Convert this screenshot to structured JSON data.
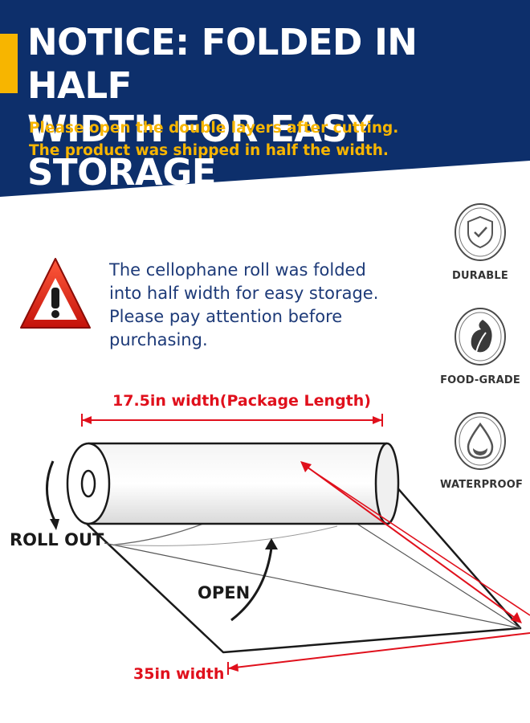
{
  "banner": {
    "title_line1": "NOTICE: FOLDED IN HALF",
    "title_line2": "WIDTH FOR EASY STORAGE",
    "subtitle_line1": "Please open the double layers after cutting.",
    "subtitle_line2": "The product was shipped in half the width.",
    "background_color": "#0d2f6b",
    "accent_color": "#f7b500"
  },
  "warning": {
    "icon": "warning-triangle-icon",
    "line1": "The cellophane roll was folded",
    "line2": "into half width for easy storage.",
    "line3": "Please pay attention before purchasing.",
    "text_color": "#1d3a78"
  },
  "features": [
    {
      "icon": "shield-check-icon",
      "label": "DURABLE"
    },
    {
      "icon": "leaf-icon",
      "label": "FOOD-GRADE"
    },
    {
      "icon": "water-drop-icon",
      "label": "WATERPROOF"
    }
  ],
  "diagram": {
    "top_dimension": "17.5in width(Package Length)",
    "bottom_dimension": "35in width",
    "roll_out_label": "ROLL OUT",
    "open_label": "OPEN",
    "dimension_color": "#e0101c"
  }
}
